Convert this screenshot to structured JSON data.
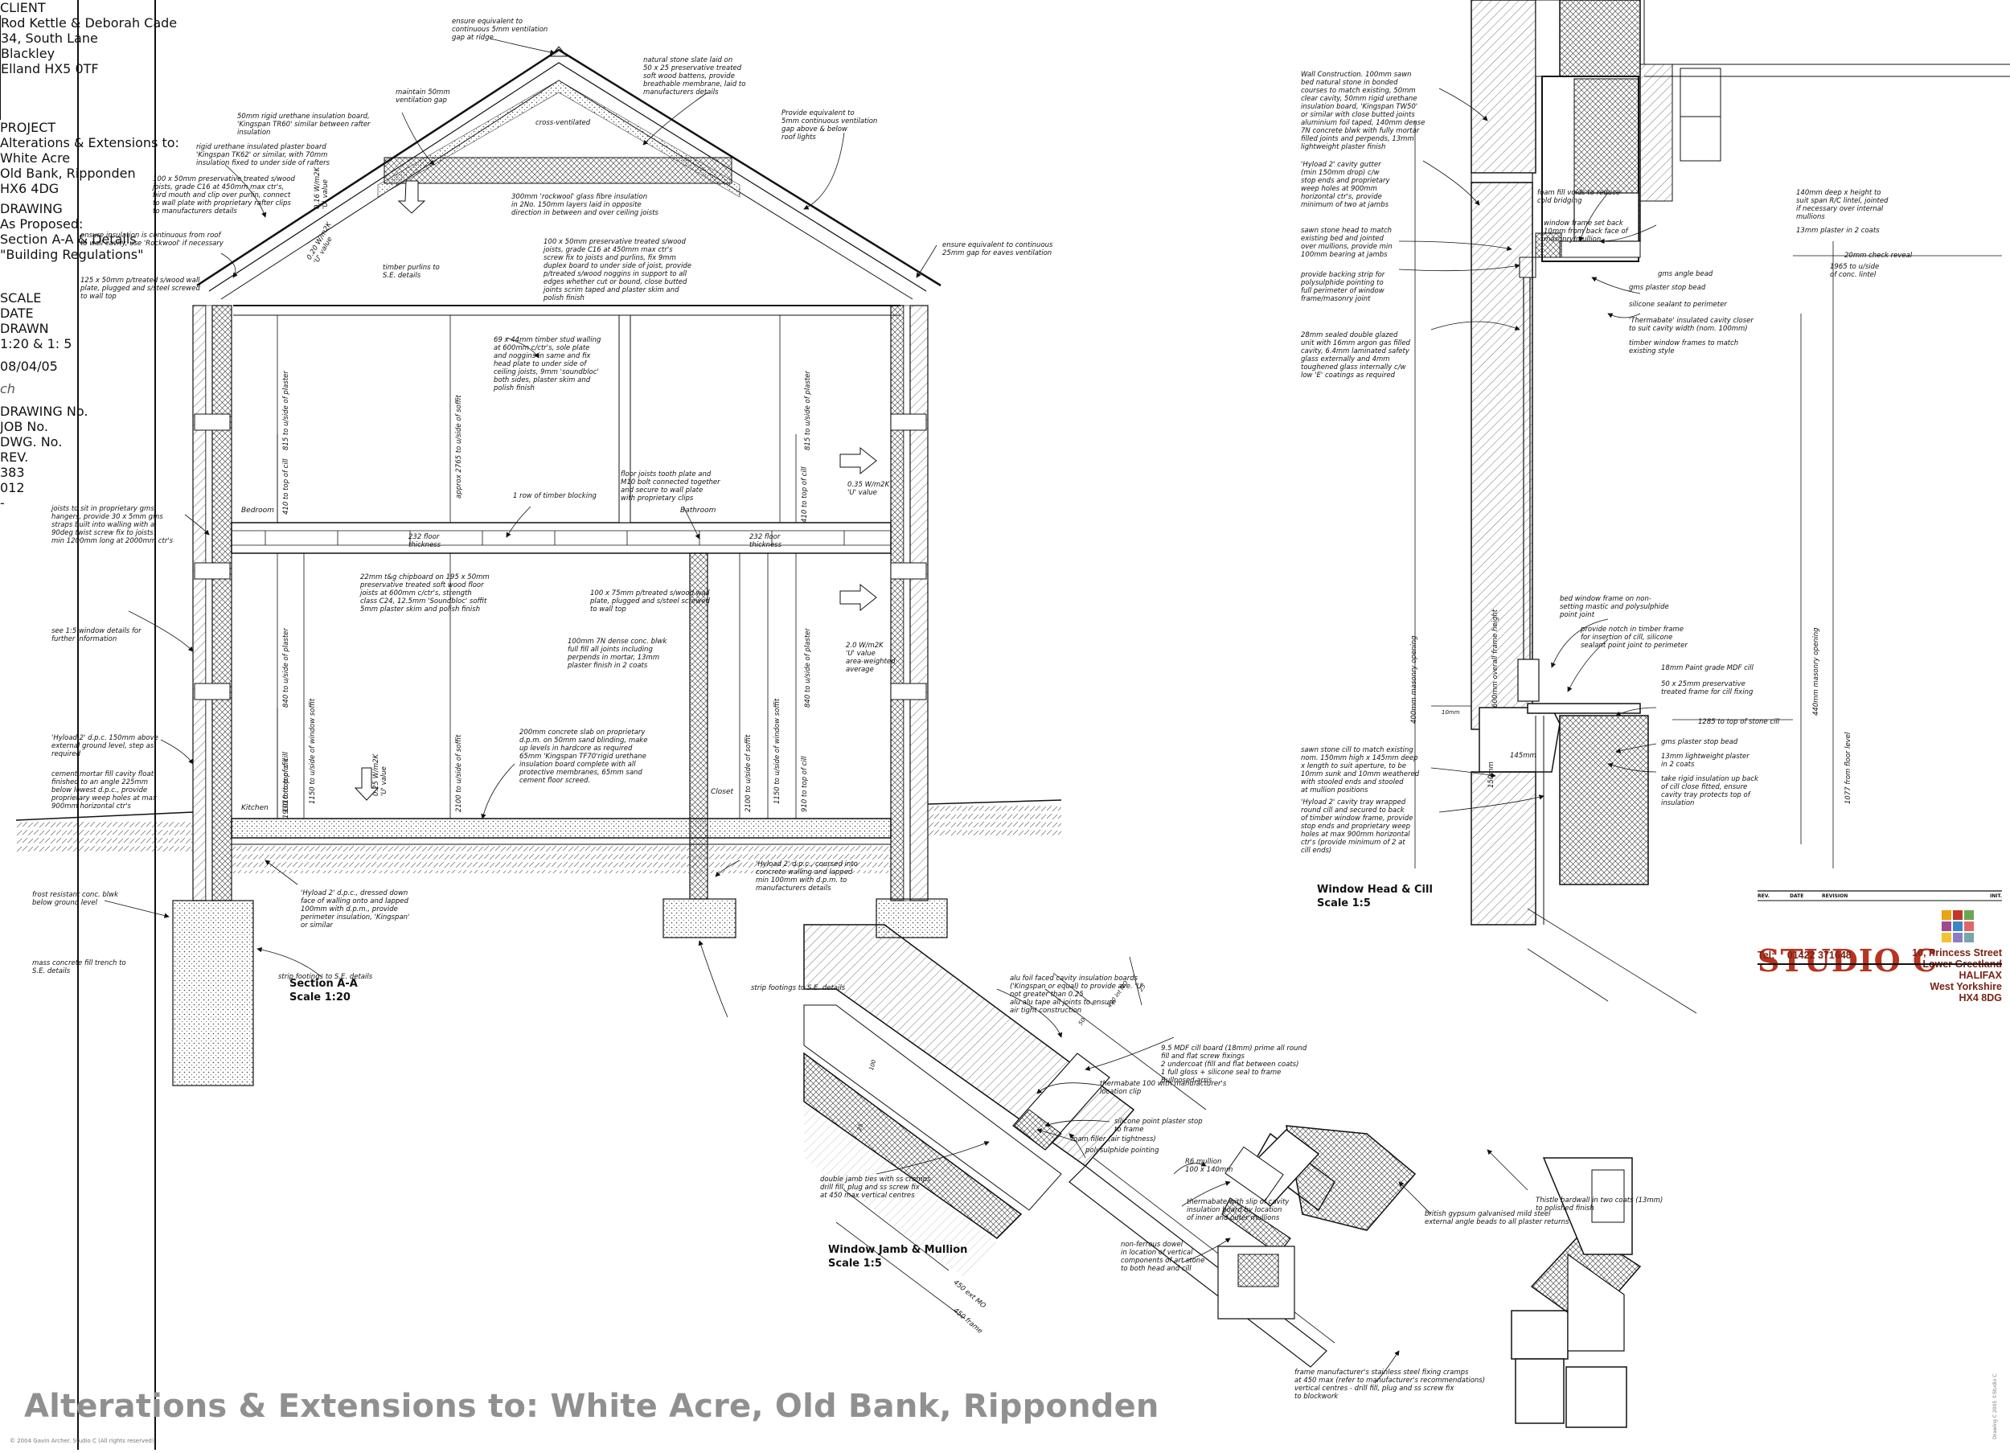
{
  "sheet_title": "Alterations & Extensions to: White Acre, Old Bank, Ripponden",
  "copyright": "© 2004 Gavin Archer. Studio C  (All rights reserved)",
  "views": {
    "section": {
      "title": "Section A-A",
      "scale": "Scale 1:20"
    },
    "head_cill": {
      "title": "Window Head & Cill",
      "scale": "Scale 1:5"
    },
    "jamb": {
      "title": "Window Jamb & Mullion",
      "scale": "Scale 1:5"
    }
  },
  "rooms": {
    "bedroom": "Bedroom",
    "bathroom": "Bathroom",
    "kitchen": "Kitchen",
    "closet": "Closet"
  },
  "section_notes": {
    "ridge": "ensure equivalent to\ncontinuous 5mm ventilation\ngap at ridge",
    "slate": "natural stone slate laid on\n50 x 25 preservative treated\nsoft wood battens, provide\nbreathable membrane, laid to\nmanufacturers details",
    "maintain": "maintain 50mm\nventilation gap",
    "cross": "cross-ventilated",
    "rafter_board": "50mm rigid urethane insulation board,\n'Kingspan TR60' similar between rafter\ninsulation",
    "plaster_board": "rigid urethane insulated plaster board\n'Kingspan TK62' or similar, with 70mm\ninsulation fixed to under side of rafters",
    "joists": "100 x 50mm preservative treated s/wood\njoists, grade C16 at 450mm max ctr's,\nbird mouth and clip over purlin, connect\nto wall plate with proprietary rafter clips\nto manufacturers details",
    "eaves_vent": "Provide equivalent to\n5mm continuous ventilation\ngap above & below\nroof lights",
    "rockwool": "300mm 'rockwool' glass fibre insulation\nin 2No. 150mm layers laid in opposite\ndirection in between and over ceiling joists",
    "continuous": "ensure insulation is continuous from roof\nto wall cavity, use 'Rockwool' if necessary",
    "uval1": "0.16 W/m2K\n'U' value",
    "uval2": "0.20 W/m2K\n'U' value",
    "purlins": "timber purlins to\nS.E. details",
    "ceiling_joists": "100 x 50mm preservative treated s/wood\njoists, grade C16 at 450mm max ctr's\nscrew fix to joists and purlins, fix 9mm\nduplex board to under side of joist, provide\np/treated s/wood noggins in support to all\nedges whether cut or bound, close butted\njoints scrim taped and plaster skim and\npolish finish",
    "eaves_gap": "ensure equivalent to continuous\n25mm gap for eaves ventilation",
    "wall_plate": "125 x 50mm p/treated s/wood wall\nplate, plugged and s/steel screwed\nto wall top",
    "stud": "69 x 44mm timber stud walling\nat 600mm c/ctr's, sole plate\nand noggins in same and fix\nhead plate to under side of\nceiling joists, 9mm 'soundbloc'\nboth sides, plaster skim and\npolish finish",
    "joists_hangers": "joists to sit in proprietary gms\nhangers, provide 30 x 5mm gms\nstraps built into walling with a\n90deg twist screw fix to joists\nmin 1200mm long at 2000mm ctr's",
    "blocking": "1 row of timber blocking",
    "floor_joists": "floor joists tooth plate and\nM10 bolt connected together\nand secure to wall plate\nwith proprietary clips",
    "uval3": "0.35 W/m2K\n'U' value",
    "floor_thick1": "232 floor\nthickness",
    "floor_thick2": "232 floor\nthickness",
    "chipboard": "22mm t&g chipboard on 195 x 50mm\npreservative treated soft wood floor\njoists at 600mm c/ctr's, strength\nclass C24, 12.5mm 'Soundbloc' soffit\n5mm plaster skim and polish finish",
    "wallplate2": "100 x 75mm p/treated s/wood wall\nplate, plugged and s/steel screwed\nto wall top",
    "uval4": "2.0 W/m2K\n'U' value\narea-weighted\naverage",
    "see_window": "see 1:5 window details for\nfurther information",
    "dense_blk": "100mm 7N dense conc. blwk\nfull fill all joints including\nperpends in mortar, 13mm\nplaster finish in 2 coats",
    "dpc1": "'Hyload 2' d.p.c. 150mm above\nexternal ground level, step as\nrequired",
    "mortar": "cement mortar fill cavity float\nfinished to an angle 225mm\nbelow lowest d.p.c., provide\nproprietary weep holes at max\n900mm horizontal ctr's",
    "slab": "200mm concrete slab on proprietary\nd.p.m. on 50mm sand blinding, make\nup levels in hardcore as required\n65mm 'Kingspan TF70'rigid urethane\ninsulation board complete with all\nprotective membranes, 65mm sand\ncement floor screed.",
    "uval5": "0.25 W/m2K\n'U' value",
    "dpc2": "'Hyload 2' d.p.c., coursed into\nconcrete walling and lapped\nmin 100mm with d.p.m. to\nmanufacturers details",
    "frost": "frost resistant conc. blwk\nbelow ground level",
    "dpc3": "'Hyload 2' d.p.c., dressed down\nface of walling onto and lapped\n100mm with d.p.m., provide\nperimeter insulation, 'Kingspan'\nor similar",
    "mass": "mass concrete fill trench to\nS.E. details",
    "strip1": "strip footings to S.E. details",
    "strip2": "strip footings to S.E. details"
  },
  "dims": {
    "d1": "815 to u/side of plaster",
    "d2": "410 to top of cill",
    "d3": "approx 2765 to u/side of soffit",
    "d4": "815 to u/side of plaster",
    "d5": "410 to top of cill",
    "d6": "840 to u/side of plaster",
    "d7": "1150 to u/side of window soffit",
    "d8": "2100 to u/side of soffit",
    "d9": "840 to u/side of plaster",
    "d10": "1150 to u/side of window soffit",
    "d11": "1930 to top of cill",
    "d12": "910 to top of cill",
    "d13": "2100 to u/side of soffit",
    "d14": "1010 to top of cill"
  },
  "head_notes": {
    "wall": "Wall Construction. 100mm sawn\nbed natural stone in bonded\ncourses to match existing, 50mm\nclear cavity, 50mm rigid urethane\ninsulation board, 'Kingspan TW50'\nor similar with close butted joints\naluminium foil taped, 140mm dense\n7N concrete blwk with fully mortar\nfilled joints and perpends, 13mm\nlightweight plaster finish",
    "gutter": "'Hyload 2' cavity gutter\n(min 150mm drop) c/w\nstop ends and proprietary\nweep holes at 900mm\nhorizontal ctr's, provide\nminimum of two at jambs",
    "lintel": "sawn stone head to match\nexisting bed and jointed\nover mullions, provide min\n100mm bearing at jambs",
    "backing": "provide backing strip for\npolysulphide pointing to\nfull perimeter of window\nframe/masonry joint",
    "glazing": "28mm sealed double glazed\nunit with 16mm argon gas filled\ncavity, 6.4mm laminated safety\nglass externally and 4mm\ntoughened glass internally c/w\nlow 'E' coatings as required",
    "foam": "foam fill voids to reduce\ncold bridging",
    "frame_set": "window frame set back\n10mm from back face of\nmasonry/mullion",
    "lintel2": "140mm deep x height to\nsuit span R/C lintel, jointed\nif necessary over internal\nmullions",
    "plaster2": "13mm plaster in 2 coats",
    "check": "20mm check reveal",
    "lintel_level": "1965 to u/side\nof conc. lintel",
    "angle": "gms angle bead",
    "stop": "gms plaster stop bead",
    "silicone": "silicone sealant to perimeter",
    "closer": "'Thermabate' insulated cavity closer\nto suit cavity width (nom. 100mm)",
    "timber": "timber window frames to match\nexisting style",
    "bed_frame": "bed window frame on non-\nsetting mastic and polysulphide\npoint joint",
    "notch": "provide notch in timber frame\nfor insertion of cill, silicone\nsealant point joint to perimeter",
    "mdf": "18mm Paint grade MDF cill",
    "pres": "50 x 25mm preservative\ntreated frame for cill fixing",
    "stone_cill": "1285 to top of stone cill",
    "plaster_bead": "gms plaster stop bead",
    "lw_plaster": "13mm lightweight plaster\nin 2 coats",
    "take": "take rigid insulation up back\nof cill close fitted, ensure\ncavity tray protects top of\ninsulation",
    "sawn_cill": "sawn stone cill to match existing\nnom. 150mm high x 145mm deep\nx length to suit aperture, to be\n10mm sunk and 10mm weathered\nwith stooled ends and stooled\nat mullion positions",
    "tray": "'Hyload 2' cavity tray wrapped\nround cill and secured to back\nof timber window frame, provide\nstop ends and proprietary weep\nholes at max 900mm horizontal\nctr's (provide minimum of 2 at\ncill ends)",
    "d_mas1": "400mm masonry opening",
    "d_frame": "600mm overall frame height",
    "d_mas2": "440mm masonry opening",
    "d_ffl": "1077 from floor level",
    "d_145": "145mm",
    "d_150": "150mm",
    "d_10": "10mm"
  },
  "jamb_notes": {
    "foil": "alu foil faced cavity insulation boards\n('Kingspan or equal) to provide ave. 'U'\nnot greater than 0.25\nalu alu tape all joints to ensure\nair tight construction",
    "mdf_board": "9.5 MDF cill board (18mm) prime all round\nfill and flat screw fixings\n2 undercoat (fill and flat between coats)\n1 full gloss + silicone seal to frame\nBullnosed arris",
    "thermabate": "thermabate 100 with manufacturer's\nlocation clip",
    "sil_point": "silicone point plaster stop\nto frame",
    "foam_filler": "foam filler (air tightness)",
    "poly": "polysulphide pointing",
    "ties": "double jamb ties with ss cramps\ndrill fill, plug and ss screw fix\nat 450 max vertical centres",
    "mullion": "R6 mullion\n100 x 140mm",
    "thermabate2": "thermabate with slip of cavity\ninsulation board by location\nof inner and outer mullions",
    "dowel": "non-ferrous dowel\nin location of vertical\ncomponents of art stone\nto both head and cill",
    "gypsum": "british gypsum galvanised mild steel\nexternal angle beads to all plaster returns",
    "thistle": "Thistle hardwall in two coats (13mm)\nto polished finish",
    "frame_cramps": "frame manufacturer's stainless steel fixing cramps\nat 450 max (refer to manufacturer's recommendations)\nvertical centres - drill fill, plug and ss screw fix\nto blockwork",
    "d1": "450 ext MO",
    "d2": "450 frame",
    "d3": "490 int MO",
    "d4": "50",
    "d5": "25",
    "d6": "100",
    "d7": "25"
  },
  "title_block": {
    "rev_headers": [
      "REV.",
      "DATE",
      "REVISION",
      "INIT."
    ],
    "brand": "STUDIO C",
    "brand_colors": [
      "#e8a317",
      "#c4362a",
      "#6aa84f",
      "#9e4a8f",
      "#3d85c6",
      "#e06666",
      "#f1c232",
      "#8e7cc3",
      "#76a5af"
    ],
    "address": [
      "10, Princess Street",
      "Lower Greetland",
      "HALIFAX",
      "West Yorkshire",
      "HX4 8DG"
    ],
    "tel_label": "Tel:",
    "tel": "01422 371648",
    "client_label": "CLIENT",
    "client": [
      "Rod Kettle & Deborah Cade",
      "34, South Lane",
      "Blackley",
      "Elland HX5 0TF"
    ],
    "project_label": "PROJECT",
    "project": [
      "Alterations & Extensions to:",
      "White Acre",
      "Old Bank, Ripponden",
      "HX6 4DG"
    ],
    "drawing_label": "DRAWING",
    "drawing": [
      "As Proposed:",
      "Section A-A & Details"
    ],
    "drawing_sub": "\"Building Regulations\"",
    "scale_label": "SCALE",
    "scale": "1:20 & 1: 5",
    "date_label": "DATE",
    "date": "08/04/05",
    "drawn_label": "DRAWN",
    "drawn": "ch",
    "drawing_no_label": "DRAWING No.",
    "job_label": "JOB No.",
    "job": "383",
    "dwg_label": "DWG. No.",
    "dwg": "012",
    "rev_label": "REV.",
    "rev": "-",
    "side_note": "Drawing C 2005 ©Studio C"
  }
}
